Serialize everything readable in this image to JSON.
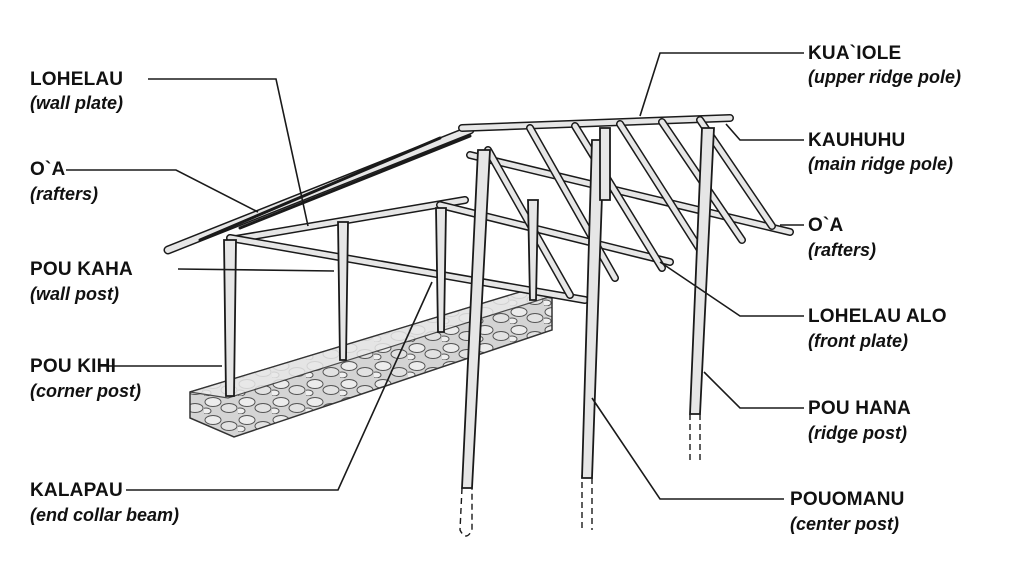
{
  "labels": {
    "lohelau": {
      "name": "LOHELAU",
      "desc": "(wall plate)"
    },
    "oa_left": {
      "name": "O`A",
      "desc": "(rafters)"
    },
    "pou_kaha": {
      "name": "POU KAHA",
      "desc": "(wall post)"
    },
    "pou_kihi": {
      "name": "POU KIHI",
      "desc": "(corner post)"
    },
    "kalapau": {
      "name": "KALAPAU",
      "desc": "(end collar beam)"
    },
    "kuaiole": {
      "name": "KUA`IOLE",
      "desc": "(upper ridge pole)"
    },
    "kauhuhu": {
      "name": "KAUHUHU",
      "desc": "(main ridge pole)"
    },
    "oa_right": {
      "name": "O`A",
      "desc": "(rafters)"
    },
    "lohelau_alo": {
      "name": "LOHELAU ALO",
      "desc": "(front plate)"
    },
    "pou_hana": {
      "name": "POU HANA",
      "desc": "(ridge post)"
    },
    "pouomanu": {
      "name": "POUOMANU",
      "desc": "(center post)"
    }
  },
  "colors": {
    "ink": "#1a1a1a",
    "wood_fill": "#e6e6e6",
    "stone_fill": "#cfcfcf",
    "stone_ink": "#555555"
  }
}
